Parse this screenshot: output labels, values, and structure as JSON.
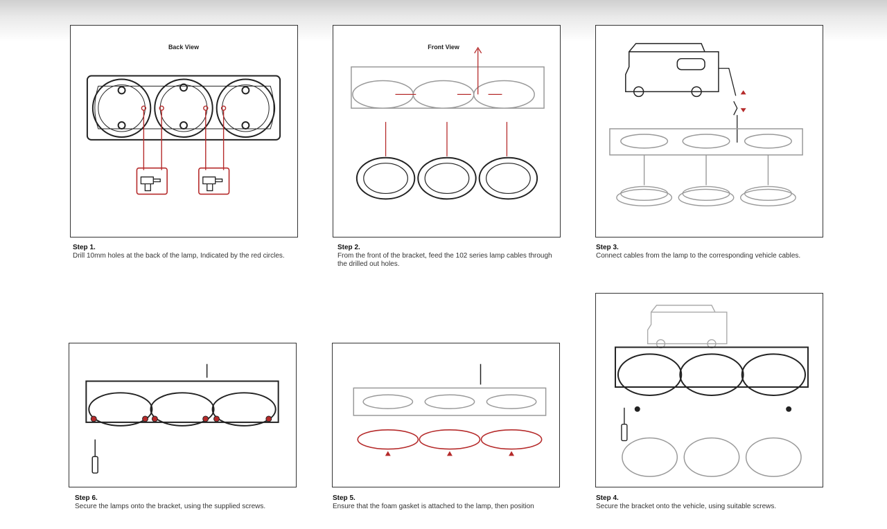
{
  "steps": [
    {
      "title": "Step 1.",
      "text": "Drill 10mm holes at the back of the lamp, Indicated by the red circles.",
      "view_label": "Back View"
    },
    {
      "title": "Step 2.",
      "text": "From the front of the bracket, feed the 102 series lamp cables through the drilled out holes.",
      "view_label": "Front View"
    },
    {
      "title": "Step 3.",
      "text": "Connect cables from the lamp to the corresponding vehicle cables."
    },
    {
      "title": "Step 6.",
      "text": "Secure the lamps onto the bracket, using the supplied screws."
    },
    {
      "title": "Step 5.",
      "text": "Ensure that the foam gasket is attached to the lamp, then position"
    },
    {
      "title": "Step 4.",
      "text": "Secure the bracket onto the vehicle, using suitable screws."
    }
  ],
  "colors": {
    "accent": "#b52a2a",
    "line": "#222222",
    "light": "#9a9a9a"
  }
}
